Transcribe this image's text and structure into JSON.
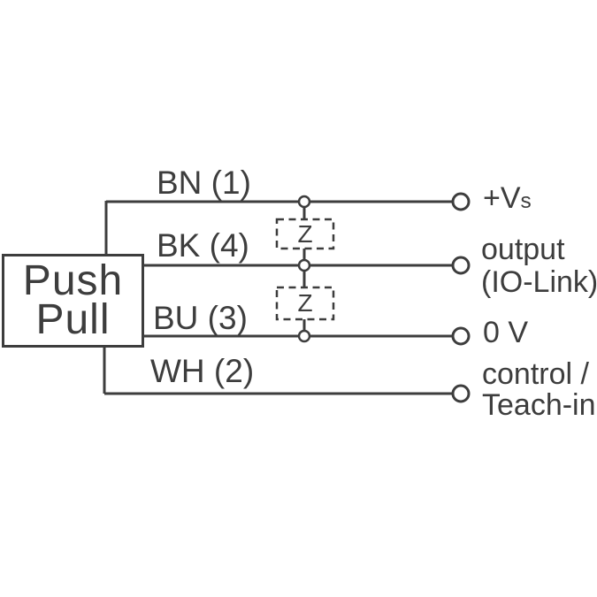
{
  "device": {
    "line1": "Push",
    "line2": "Pull"
  },
  "wires": [
    {
      "label": "BN (1)"
    },
    {
      "label": "BK (4)"
    },
    {
      "label": "BU (3)"
    },
    {
      "label": "WH (2)"
    }
  ],
  "terminals": [
    {
      "main": "+V",
      "sub": "s"
    },
    {
      "line1": "output",
      "line2": "(IO-Link)"
    },
    {
      "line1": "0 V"
    },
    {
      "line1": "control /",
      "line2": "Teach-in"
    }
  ],
  "suppressors": [
    {
      "label": "Z"
    },
    {
      "label": "Z"
    }
  ],
  "colors": {
    "line": "#3d3d3d",
    "text": "#3d3d3d",
    "background": "#ffffff"
  }
}
